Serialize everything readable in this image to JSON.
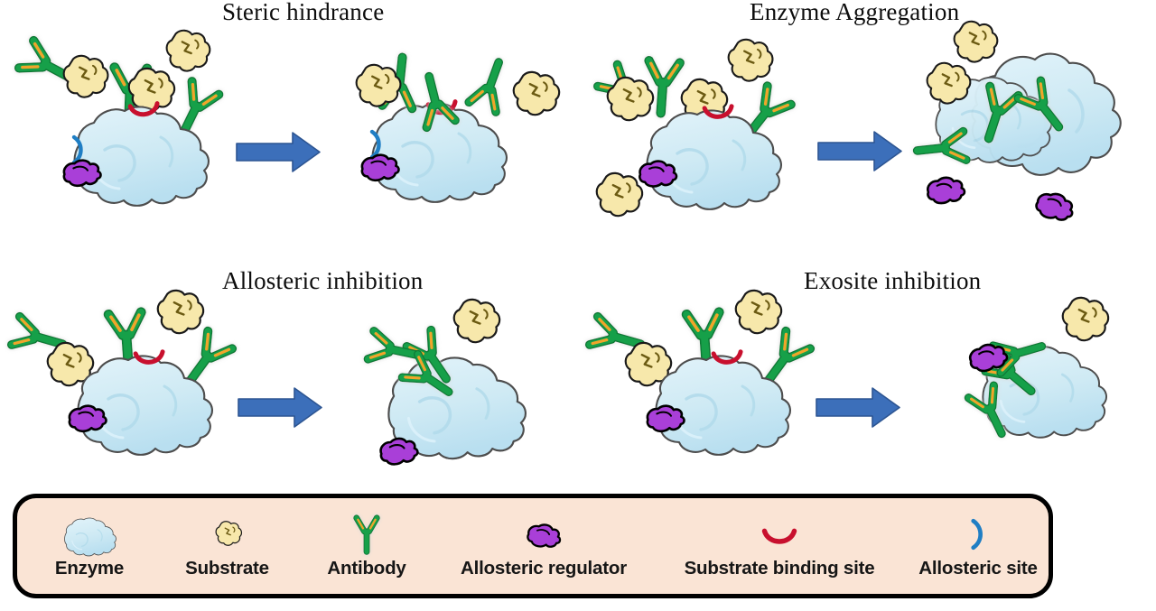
{
  "figure": {
    "title_font": "serif",
    "background": "#ffffff"
  },
  "panels": [
    {
      "id": "steric-hindrance",
      "title": "Steric hindrance",
      "before_state": "free enzyme with open substrate binding site surrounded by floating antibodies and substrates",
      "after_state": "antibodies bound over the substrate binding site blocking substrate access",
      "arrow": "right-arrow"
    },
    {
      "id": "enzyme-aggregation",
      "title": "Enzyme Aggregation",
      "before_state": "single free enzyme among floating antibodies and substrates",
      "after_state": "multiple enzymes cross-linked by antibodies into a large aggregate",
      "arrow": "right-arrow"
    },
    {
      "id": "allosteric-inhibition",
      "title": "Allosteric inhibition",
      "before_state": "free enzyme with allosteric regulator and floating antibodies",
      "after_state": "antibodies clustered at the allosteric site distorting the enzyme",
      "arrow": "right-arrow"
    },
    {
      "id": "exosite-inhibition",
      "title": "Exosite inhibition",
      "before_state": "free enzyme with exosite and floating antibodies",
      "after_state": "antibodies bound to the exosite away from the active site",
      "arrow": "right-arrow"
    }
  ],
  "legend": {
    "background_color": "#fae4d5",
    "border_color": "#000000",
    "items": [
      {
        "icon": "enzyme-icon",
        "label": "Enzyme"
      },
      {
        "icon": "substrate-icon",
        "label": "Substrate"
      },
      {
        "icon": "antibody-icon",
        "label": "Antibody"
      },
      {
        "icon": "allosteric-regulator-icon",
        "label": "Allosteric regulator"
      },
      {
        "icon": "substrate-binding-site-icon",
        "label": "Substrate binding site"
      },
      {
        "icon": "allosteric-site-icon",
        "label": "Allosteric site"
      }
    ]
  },
  "colors": {
    "enzyme_fill": "#cfeaf4",
    "enzyme_stroke": "#4d4d4d",
    "substrate_fill": "#f7e8ab",
    "substrate_stroke": "#1a1a1a",
    "antibody_green": "#18a04a",
    "antibody_green_dark": "#0d7a36",
    "antibody_orange": "#f0a52a",
    "regulator_purple": "#a93fd8",
    "binding_site_red": "#c8102e",
    "allosteric_site_blue": "#1f7ec4",
    "arrow_blue": "#3c6fba",
    "arrow_blue_dark": "#2d5592",
    "title_text": "#0d0d0d",
    "legend_text": "#161616"
  }
}
